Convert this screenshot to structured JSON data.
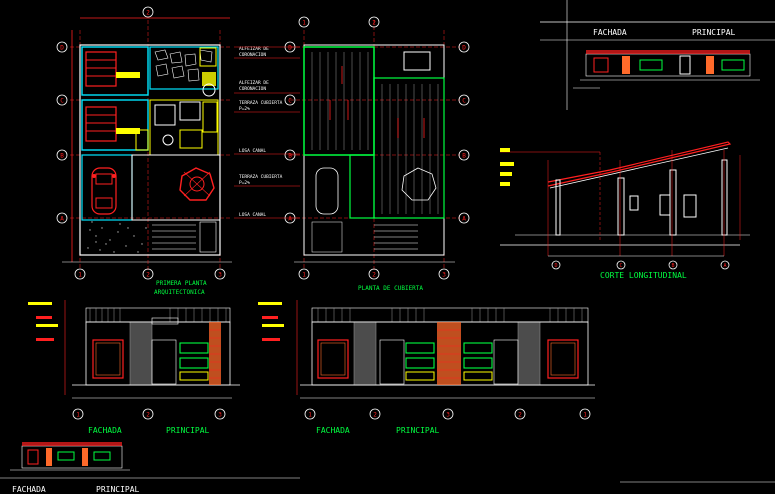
{
  "colors": {
    "background": "#000000",
    "wall": "#ffffff",
    "cyan": "#00e5ff",
    "yellow": "#ffff00",
    "red": "#ff2020",
    "green": "#00ff40",
    "magenta": "#ff00ff",
    "orange": "#ff6a2a",
    "grey": "#a0a0a0"
  },
  "grid_bubbles": {
    "plan_rows": [
      "D",
      "C",
      "B",
      "A"
    ],
    "plan_cols": [
      "1",
      "2",
      "3"
    ],
    "section_cols": [
      "D",
      "C",
      "B",
      "A"
    ],
    "facade_left_cols": [
      "1",
      "2",
      "3"
    ],
    "facade_right_cols": [
      "1",
      "2",
      "3",
      "2",
      "1"
    ]
  },
  "plan_notes": {
    "upper_1": "ALFEIZAR DE",
    "upper_2": "CORONACION",
    "mid_1": "ALFEIZAR DE",
    "mid_2": "CORONACION",
    "terr_1": "TERRAZA CUBIERTA",
    "terr_2": "P=2%",
    "lower_1": "LOSA CANAL",
    "south_1": "TERRAZA CUBIERTA",
    "south_2": "P=2%",
    "bottom_1": "LOSA CANAL"
  },
  "titles": {
    "floor_plan_1": "PRIMERA PLANTA",
    "floor_plan_2": "ARQUITECTONICA",
    "roof_plan": "PLANTA DE CUBIERTA",
    "section": "CORTE LONGITUDINAL",
    "facade_a_left": "FACHADA",
    "facade_a_right": "PRINCIPAL",
    "facade_b_left": "FACHADA",
    "facade_b_right": "PRINCIPAL",
    "facade_c_left": "FACHADA",
    "facade_c_right": "PRINCIPAL",
    "facade_d_left": "FACHADA",
    "facade_d_right": "PRINCIPAL"
  }
}
